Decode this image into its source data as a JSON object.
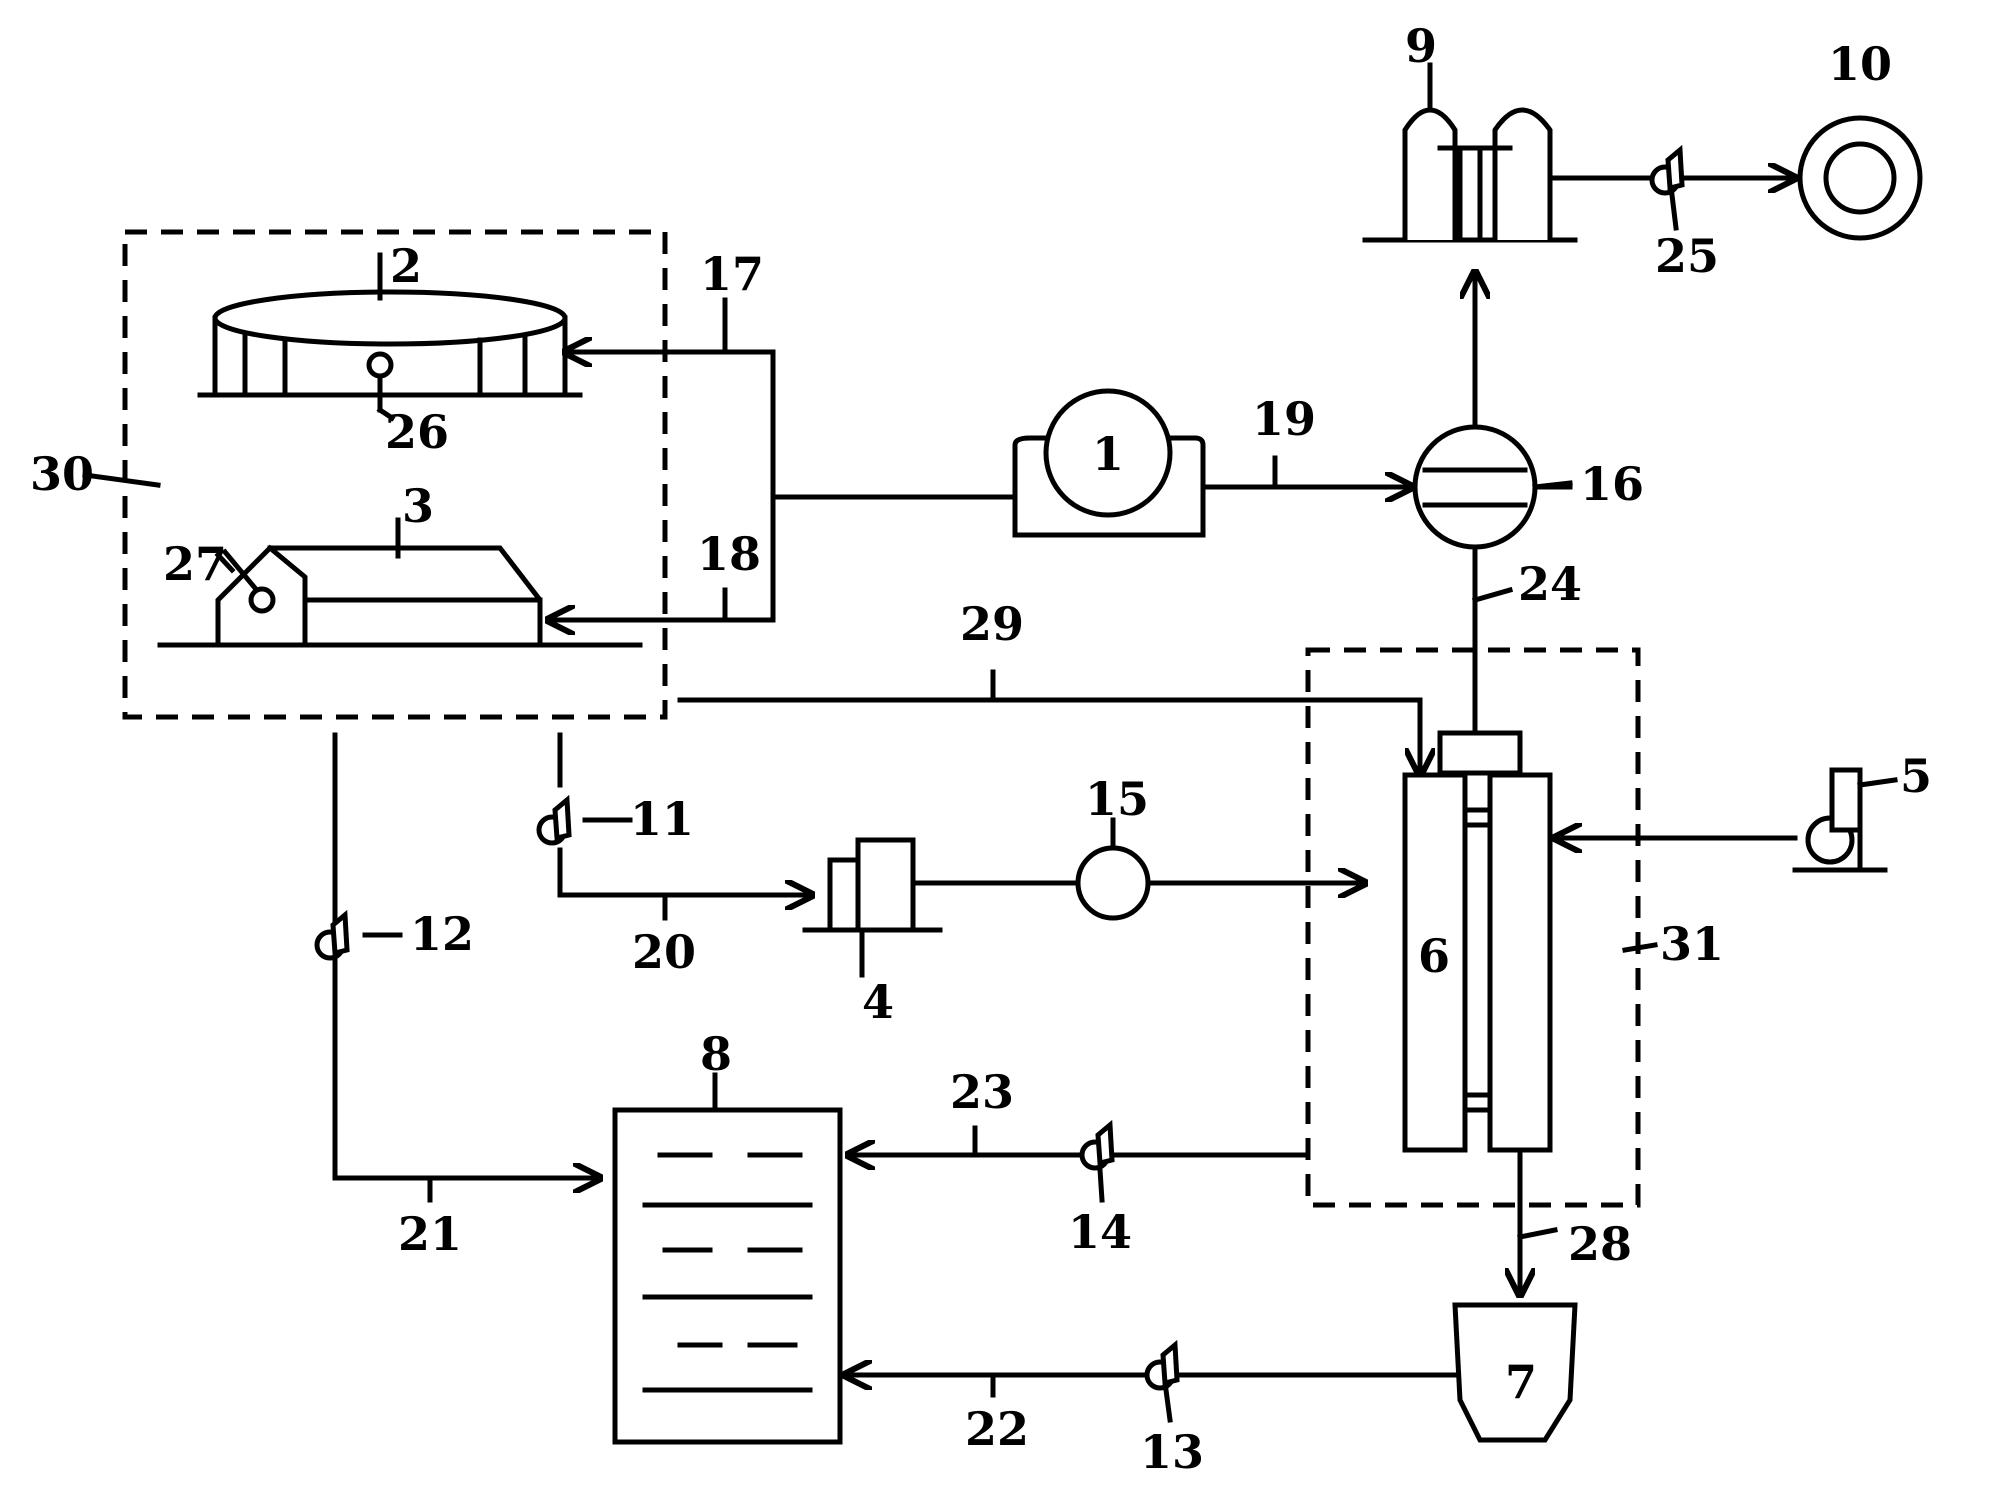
{
  "labels": {
    "n1": "1",
    "n2": "2",
    "n3": "3",
    "n4": "4",
    "n5": "5",
    "n6": "6",
    "n7": "7",
    "n8": "8",
    "n9": "9",
    "n10": "10",
    "n11": "11",
    "n12": "12",
    "n13": "13",
    "n14": "14",
    "n15": "15",
    "n16": "16",
    "n17": "17",
    "n18": "18",
    "n19": "19",
    "n20": "20",
    "n21": "21",
    "n22": "22",
    "n23": "23",
    "n24": "24",
    "n25": "25",
    "n26": "26",
    "n27": "27",
    "n28": "28",
    "n29": "29",
    "n30": "30",
    "n31": "31"
  }
}
